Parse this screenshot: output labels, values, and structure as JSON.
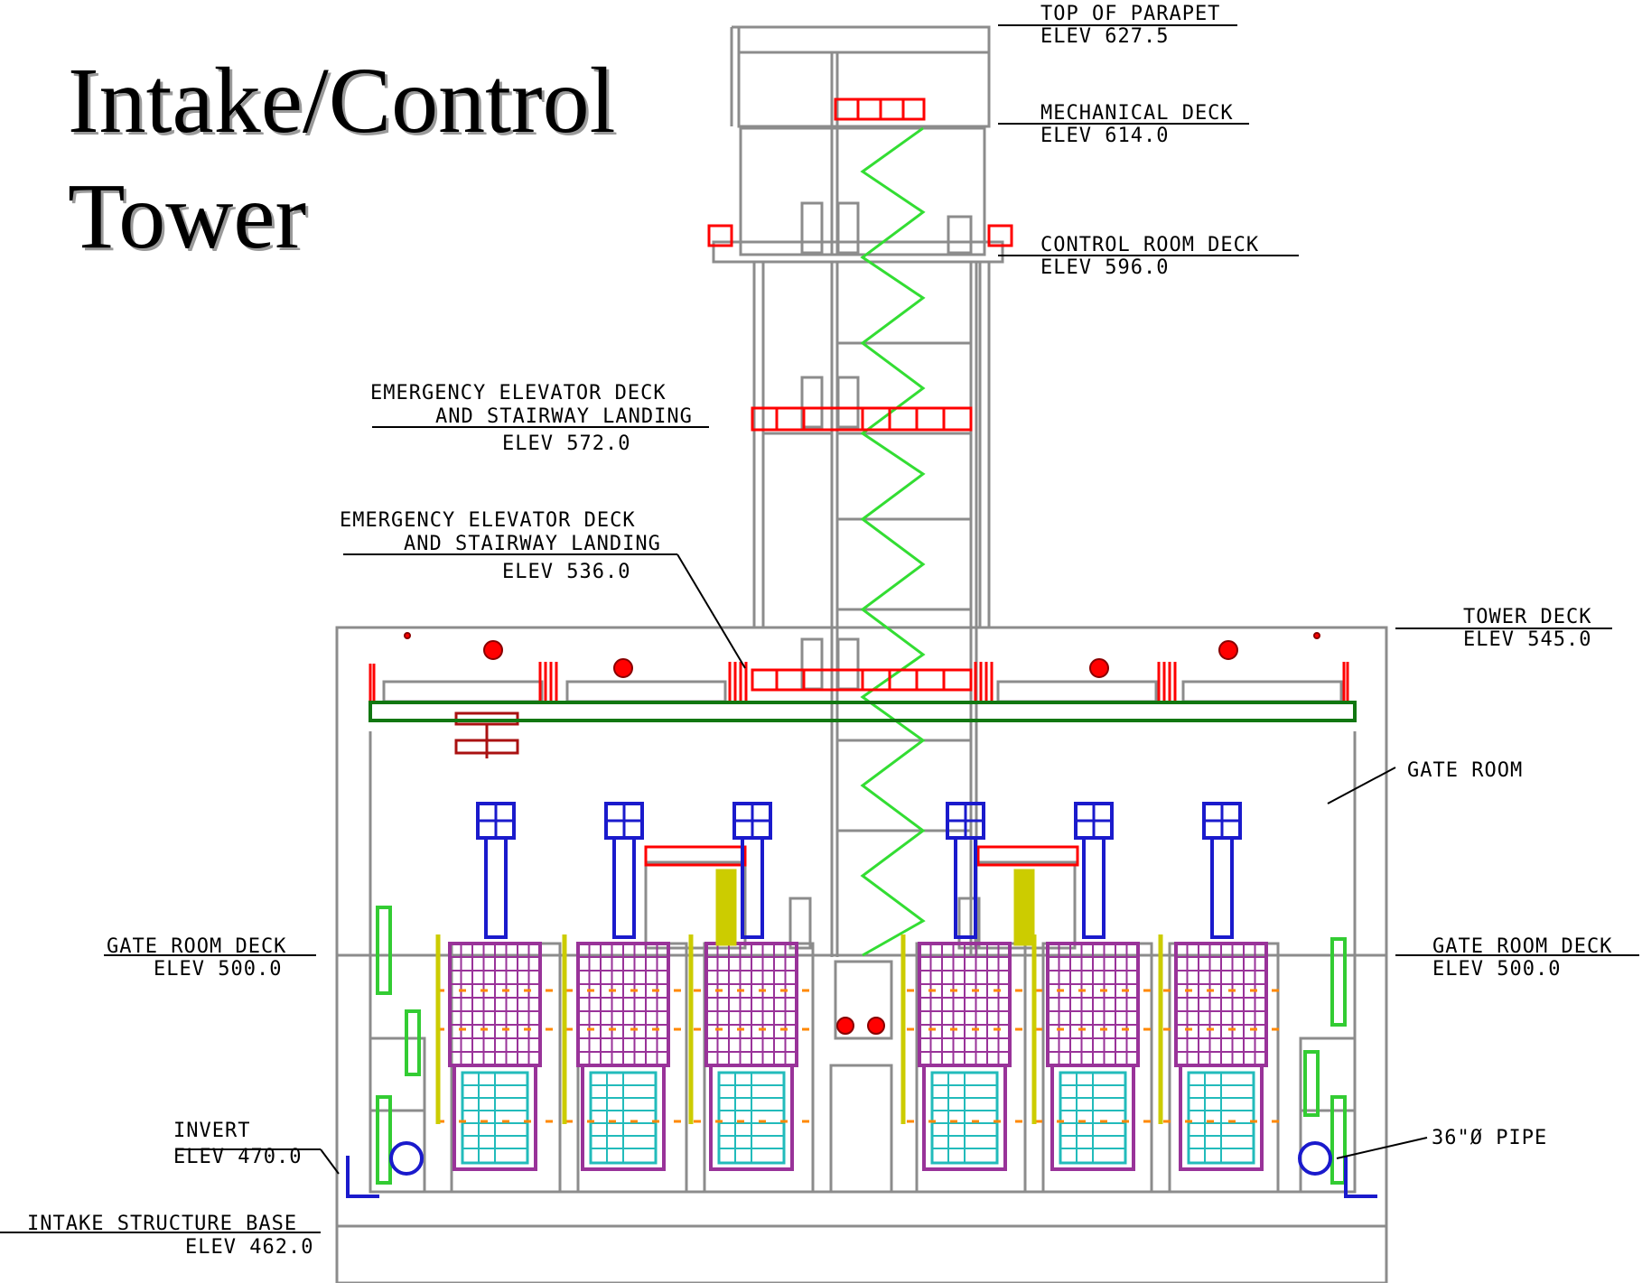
{
  "title": {
    "line1": "Intake/Control",
    "line2": "Tower"
  },
  "labels": {
    "top_of_parapet": {
      "name": "TOP OF PARAPET",
      "elev": "ELEV 627.5"
    },
    "mechanical_deck": {
      "name": "MECHANICAL DECK",
      "elev": "ELEV 614.0"
    },
    "control_room_deck": {
      "name": "CONTROL ROOM DECK",
      "elev": "ELEV 596.0"
    },
    "emergency_deck_572": {
      "line1": "EMERGENCY ELEVATOR DECK",
      "line2": "AND STAIRWAY LANDING",
      "elev": "ELEV 572.0"
    },
    "emergency_deck_536": {
      "line1": "EMERGENCY ELEVATOR DECK",
      "line2": "AND STAIRWAY LANDING",
      "elev": "ELEV 536.0"
    },
    "tower_deck": {
      "name": "TOWER DECK",
      "elev": "ELEV 545.0"
    },
    "gate_room": "GATE ROOM",
    "gate_room_deck_left": {
      "name": "GATE ROOM DECK",
      "elev": "ELEV 500.0"
    },
    "gate_room_deck_right": {
      "name": "GATE ROOM DECK",
      "elev": "ELEV 500.0"
    },
    "invert": {
      "name": "INVERT",
      "elev": "ELEV 470.0"
    },
    "pipe": "36\"Ø PIPE",
    "intake_base": {
      "name": "INTAKE STRUCTURE BASE",
      "elev": "ELEV 462.0"
    }
  },
  "colors": {
    "structure": "#8c8c8c",
    "railing": "#ff0000",
    "stair": "#33dd33",
    "gate_operator": "#1a1acc",
    "gate_body": "#993399",
    "gate_panel": "#22bbbb",
    "yellow": "#cccc00",
    "beam": "#117711",
    "orange": "#ff8800"
  }
}
